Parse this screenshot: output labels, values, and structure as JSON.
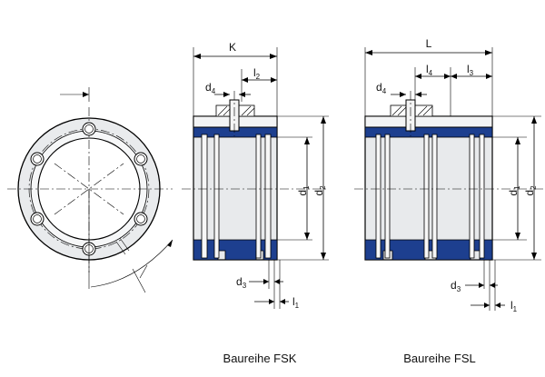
{
  "labels": {
    "K": "K",
    "L": "L",
    "d4_left": {
      "base": "d",
      "sub": "4"
    },
    "l2": {
      "base": "l",
      "sub": "2"
    },
    "d4_right": {
      "base": "d",
      "sub": "4"
    },
    "l4": {
      "base": "l",
      "sub": "4"
    },
    "l3": {
      "base": "l",
      "sub": "3"
    },
    "d1_left": {
      "base": "d",
      "sub": "1"
    },
    "d2_left": {
      "base": "d",
      "sub": "2"
    },
    "d1_right": {
      "base": "d",
      "sub": "1"
    },
    "d2_right": {
      "base": "d",
      "sub": "2"
    },
    "d3_left": {
      "base": "d",
      "sub": "3"
    },
    "l1_left": {
      "base": "l",
      "sub": "1"
    },
    "d3_right": {
      "base": "d",
      "sub": "3"
    },
    "l1_right": {
      "base": "l",
      "sub": "1"
    }
  },
  "captions": {
    "fsk": "Baureihe FSK",
    "fsl": "Baureihe FSL"
  },
  "colors": {
    "accent_blue": "#1d3f8f",
    "body_gray": "#e8eaec"
  }
}
